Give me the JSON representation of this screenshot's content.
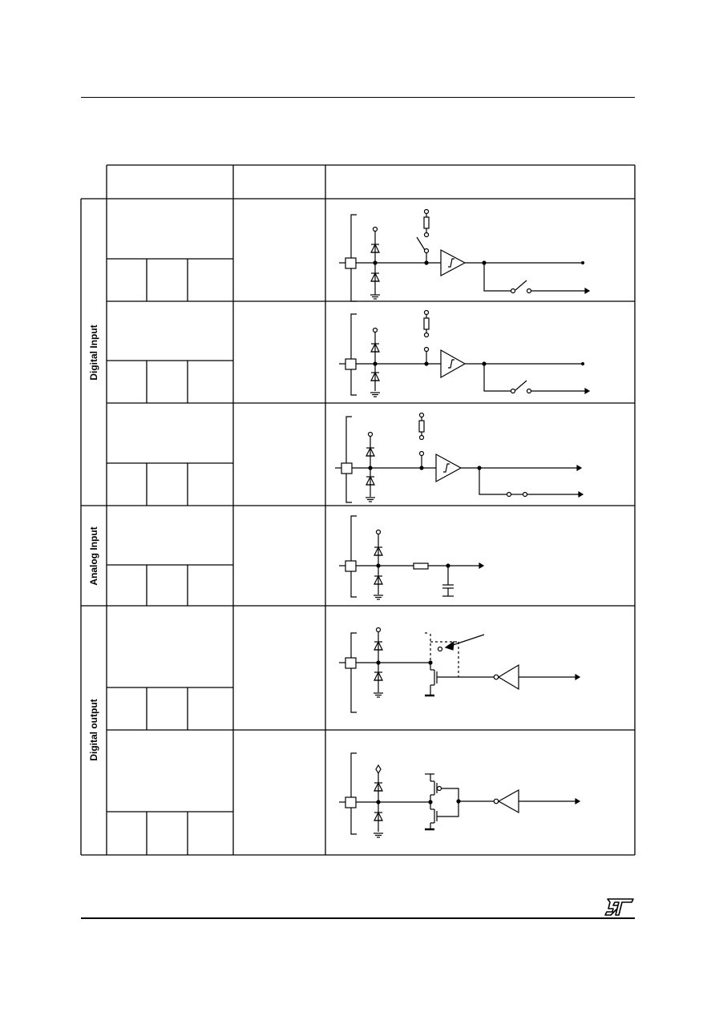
{
  "categories": [
    {
      "id": "digital-input",
      "label": "Digital Input"
    },
    {
      "id": "analog-input",
      "label": "Analog Input"
    },
    {
      "id": "digital-output",
      "label": "Digital output"
    }
  ],
  "icons": {
    "logo": "st-logo-icon",
    "pull-up": "pull-up-resistor-icon",
    "schmitt": "schmitt-trigger-icon",
    "protection": "protection-diode-icon",
    "inverter": "output-inverter-icon",
    "rc-filter": "rc-filter-icon",
    "transistor": "mos-transistor-icon"
  }
}
